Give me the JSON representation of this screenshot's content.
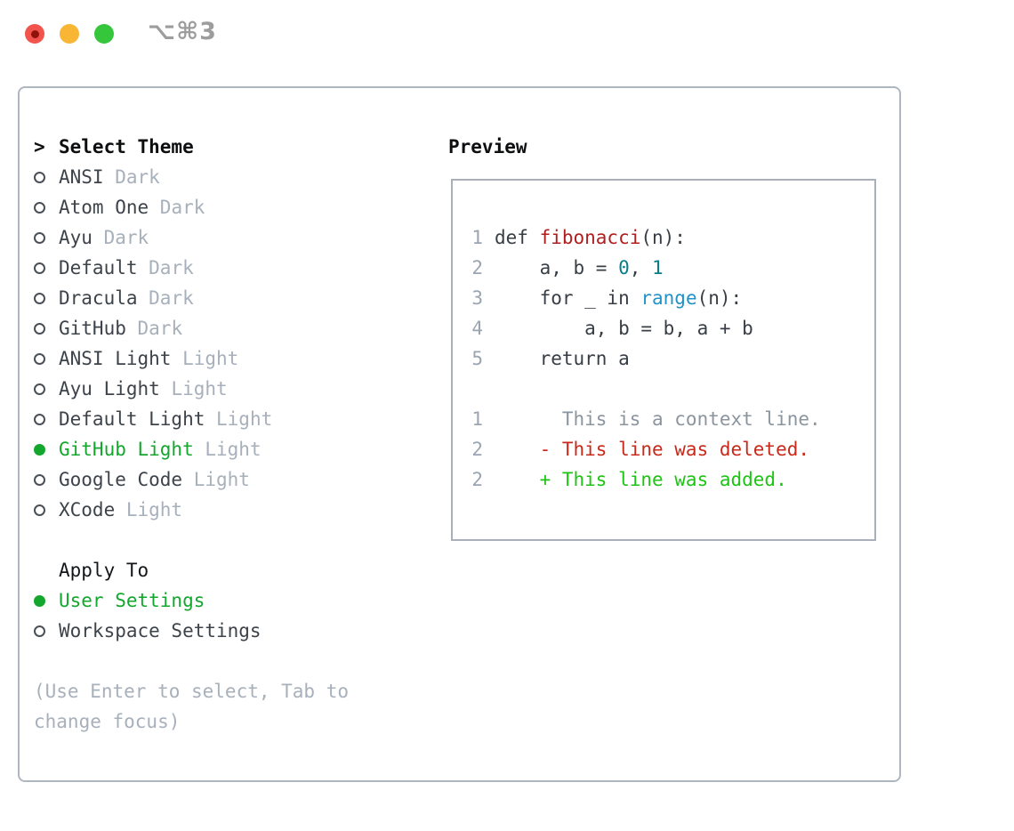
{
  "window": {
    "shortcut_label": "⌥⌘3"
  },
  "colors": {
    "accent-green": "#13a72e",
    "diff-added": "#1dc413",
    "diff-deleted": "#c9291a",
    "func-red": "#b01f1f",
    "num-teal": "#0a7e86",
    "builtin-blue": "#2193c9",
    "code-dark": "#383e45",
    "muted-gray": "#a7b0bb",
    "linenum-gray": "#9aa5b1",
    "context-gray": "#8b959f"
  },
  "theme_panel": {
    "title_marker": ">",
    "title": "Select Theme",
    "themes": [
      {
        "name": "ANSI",
        "tag": "Dark",
        "selected": false
      },
      {
        "name": "Atom One",
        "tag": "Dark",
        "selected": false
      },
      {
        "name": "Ayu",
        "tag": "Dark",
        "selected": false
      },
      {
        "name": "Default",
        "tag": "Dark",
        "selected": false
      },
      {
        "name": "Dracula",
        "tag": "Dark",
        "selected": false
      },
      {
        "name": "GitHub",
        "tag": "Dark",
        "selected": false
      },
      {
        "name": "ANSI Light",
        "tag": "Light",
        "selected": false
      },
      {
        "name": "Ayu Light",
        "tag": "Light",
        "selected": false
      },
      {
        "name": "Default Light",
        "tag": "Light",
        "selected": false
      },
      {
        "name": "GitHub Light",
        "tag": "Light",
        "selected": true
      },
      {
        "name": "Google Code",
        "tag": "Light",
        "selected": false
      },
      {
        "name": "XCode",
        "tag": "Light",
        "selected": false
      }
    ],
    "apply_to": {
      "title": "Apply To",
      "options": [
        {
          "name": "User Settings",
          "selected": true
        },
        {
          "name": "Workspace Settings",
          "selected": false
        }
      ]
    },
    "hint_lines": [
      "(Use Enter to select, Tab to",
      "change focus)"
    ]
  },
  "preview": {
    "title": "Preview",
    "code_lines": [
      {
        "num": "1",
        "tokens": [
          {
            "t": "def ",
            "c": "code"
          },
          {
            "t": "fibonacci",
            "c": "func"
          },
          {
            "t": "(n):",
            "c": "code"
          }
        ]
      },
      {
        "num": "2",
        "tokens": [
          {
            "t": "    a, b = ",
            "c": "code"
          },
          {
            "t": "0",
            "c": "num"
          },
          {
            "t": ", ",
            "c": "code"
          },
          {
            "t": "1",
            "c": "num"
          }
        ]
      },
      {
        "num": "3",
        "tokens": [
          {
            "t": "    for _ in ",
            "c": "code"
          },
          {
            "t": "range",
            "c": "builtin"
          },
          {
            "t": "(n):",
            "c": "code"
          }
        ]
      },
      {
        "num": "4",
        "tokens": [
          {
            "t": "        a, b = b, a + b",
            "c": "code"
          }
        ]
      },
      {
        "num": "5",
        "tokens": [
          {
            "t": "    return a",
            "c": "code"
          }
        ]
      },
      {
        "num": "",
        "tokens": []
      },
      {
        "num": "1",
        "tokens": [
          {
            "t": "      This is a context line.",
            "c": "context"
          }
        ]
      },
      {
        "num": "2",
        "tokens": [
          {
            "t": "    - This line was deleted.",
            "c": "deleted"
          }
        ]
      },
      {
        "num": "2",
        "tokens": [
          {
            "t": "    + This line was added.",
            "c": "added"
          }
        ]
      }
    ]
  }
}
